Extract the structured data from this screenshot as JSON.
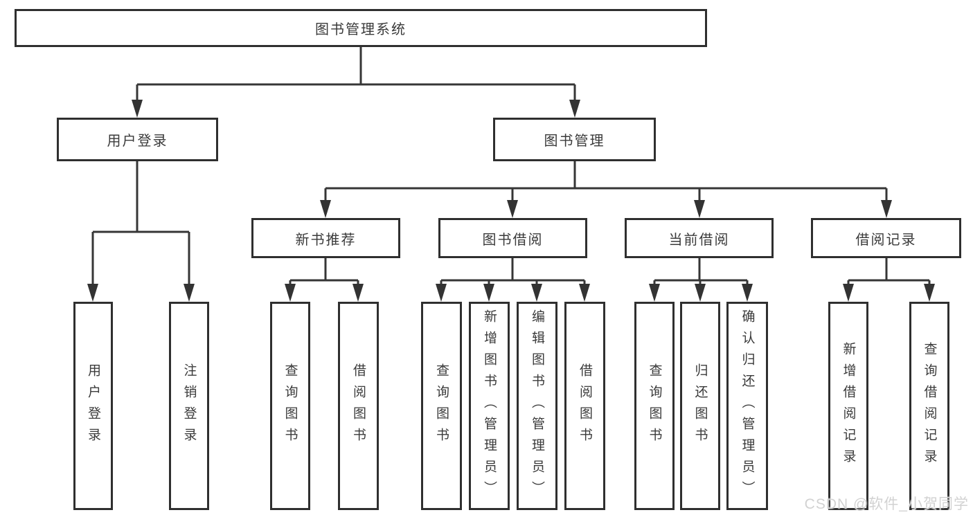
{
  "tree": {
    "label": "图书管理系统",
    "children": [
      {
        "label": "用户登录",
        "children": [
          {
            "label": "用户登录"
          },
          {
            "label": "注销登录"
          }
        ]
      },
      {
        "label": "图书管理",
        "children": [
          {
            "label": "新书推荐",
            "children": [
              {
                "label": "查询图书"
              },
              {
                "label": "借阅图书"
              }
            ]
          },
          {
            "label": "图书借阅",
            "children": [
              {
                "label": "查询图书"
              },
              {
                "label": "新增图书（管理员）"
              },
              {
                "label": "编辑图书（管理员）"
              },
              {
                "label": "借阅图书"
              }
            ]
          },
          {
            "label": "当前借阅",
            "children": [
              {
                "label": "查询图书"
              },
              {
                "label": "归还图书"
              },
              {
                "label": "确认归还（管理员）"
              }
            ]
          },
          {
            "label": "借阅记录",
            "children": [
              {
                "label": "新增借阅记录"
              },
              {
                "label": "查询借阅记录"
              }
            ]
          }
        ]
      }
    ]
  },
  "watermark": {
    "text": "CSDN @软件_小贺同学"
  },
  "colors": {
    "background": "#ffffff",
    "box_border": "#2f2f2f",
    "line": "#363636",
    "text": "#3a3a3a",
    "watermark": "#d2d2d2"
  }
}
